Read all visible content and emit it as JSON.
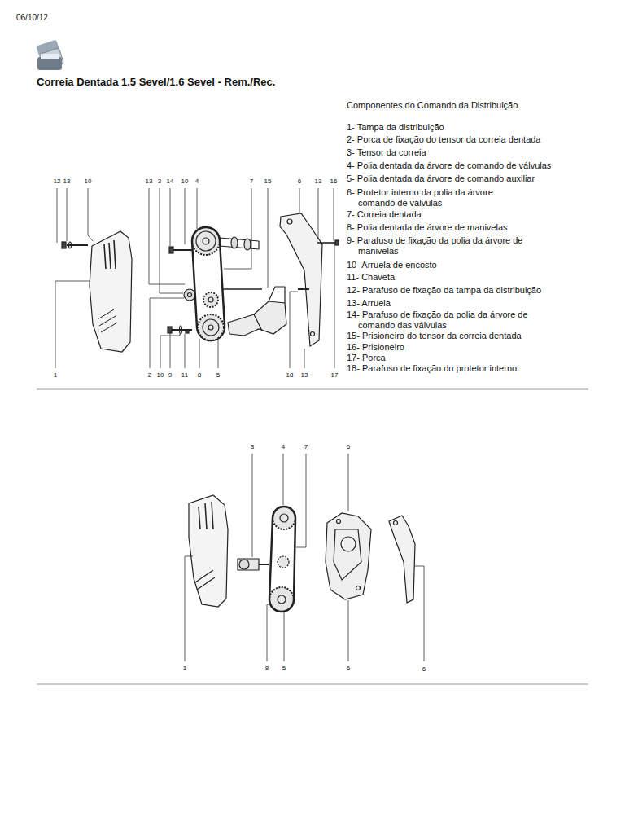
{
  "diagram": {
    "title": "Correia Dentada 1.5 Sevel/1.6 Sevel - Rem./Rec.",
    "labels": [
      "06/10/12",
      "Componentes do Comando da Distribuição.",
      "1- Tampa da distribuição",
      "2- Porca de fixação do tensor da correia dentada",
      "3- Tensor da correia",
      "4- Polia dentada da árvore de comando de válvulas",
      "5- Polia dentada da árvore de comando auxiliar",
      "6- Protetor interno da polia da árvore comando de válvulas",
      "7- Correia dentada",
      "8- Polia dentada de árvore de manivelas",
      "9- Parafuso de fixação da polia da árvore de manivelas",
      "10- Arruela de encosto",
      "11- Chaveta",
      "12- Parafuso de fixação da tampa da distribuição",
      "13- Arruela",
      "14- Parafuso de fixação da polia da árvore de comando das válvulas",
      "15- Prisioneiro do tensor da correia dentada",
      "16- Prisioneiro",
      "17- Porca",
      "18- Parafuso de fixação do protetor interno",
      "12",
      "13",
      "10",
      "13",
      "3",
      "14",
      "10",
      "4",
      "7",
      "15",
      "6",
      "13",
      "16",
      "1",
      "2",
      "10",
      "9",
      "11",
      "8",
      "5",
      "18",
      "13",
      "17",
      "3",
      "4",
      "7",
      "6",
      "1",
      "8",
      "5",
      "6",
      "6"
    ]
  }
}
